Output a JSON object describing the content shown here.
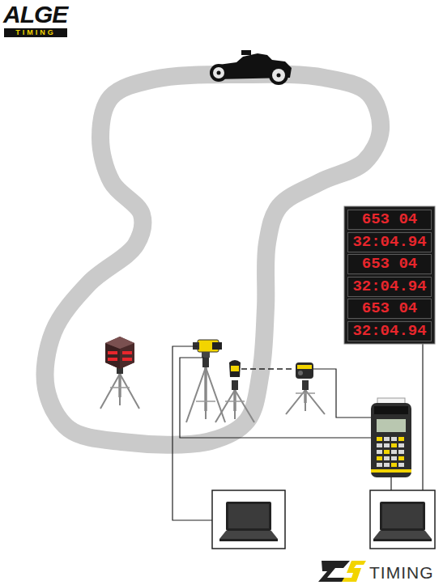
{
  "diagram": {
    "nodes": [
      {
        "text": [
          "653 04"
        ]
      },
      {
        "text": [
          "32:04.94"
        ]
      },
      {
        "text": [
          "653 04"
        ]
      },
      {
        "text": [
          "32:04.94"
        ]
      },
      {
        "text": [
          "653 04"
        ]
      },
      {
        "text": [
          "32:04.94"
        ]
      }
    ],
    "labels": [
      "ALGE",
      "TIMING",
      "TIMING"
    ]
  }
}
